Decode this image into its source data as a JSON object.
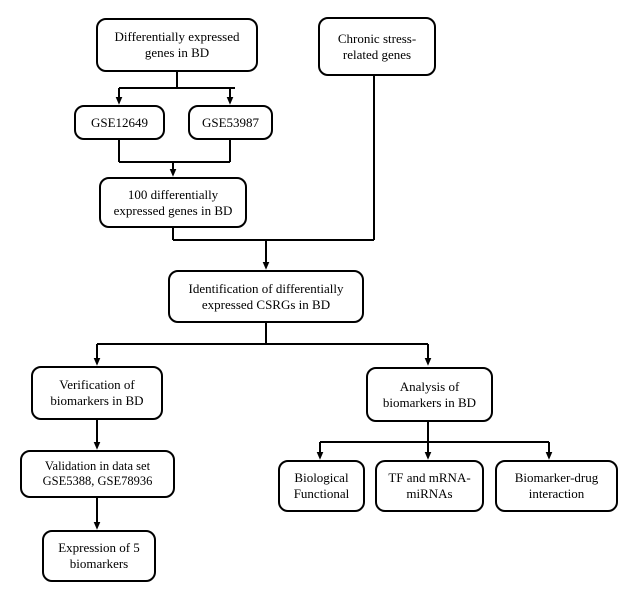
{
  "diagram": {
    "type": "flowchart",
    "title": "",
    "background_color": "#ffffff",
    "line_color": "#000000",
    "box_fill": "#ffffff",
    "box_border": "#000000",
    "nodes": [
      {
        "id": "deg_bd",
        "label": "Differentially expressed\ngenes in BD"
      },
      {
        "id": "chronic",
        "label": "Chronic stress-\nrelated genes"
      },
      {
        "id": "gse12649",
        "label": "GSE12649"
      },
      {
        "id": "gse53987",
        "label": "GSE53987"
      },
      {
        "id": "deg100",
        "label": "100 differentially\nexpressed genes in BD"
      },
      {
        "id": "csrg",
        "label": "Identification of differentially\nexpressed CSRGs in BD"
      },
      {
        "id": "verification",
        "label": "Verification of\nbiomarkers in BD"
      },
      {
        "id": "analysis",
        "label": "Analysis of\nbiomarkers in BD"
      },
      {
        "id": "validation",
        "label": "Validation in data set\nGSE5388, GSE78936"
      },
      {
        "id": "expression",
        "label": "Expression of 5\nbiomarkers"
      },
      {
        "id": "biological",
        "label": "Biological\nFunctional"
      },
      {
        "id": "tf_mrna",
        "label": "TF and mRNA-\nmiRNAs"
      },
      {
        "id": "biomarker_drug",
        "label": "Biomarker-drug\ninteraction"
      }
    ],
    "edges": [
      {
        "from": "deg_bd",
        "to": "gse12649"
      },
      {
        "from": "deg_bd",
        "to": "gse53987"
      },
      {
        "from": "gse12649",
        "to": "deg100"
      },
      {
        "from": "gse53987",
        "to": "deg100"
      },
      {
        "from": "deg100",
        "to": "csrg"
      },
      {
        "from": "chronic",
        "to": "csrg"
      },
      {
        "from": "csrg",
        "to": "verification"
      },
      {
        "from": "csrg",
        "to": "analysis"
      },
      {
        "from": "verification",
        "to": "validation"
      },
      {
        "from": "validation",
        "to": "expression"
      },
      {
        "from": "analysis",
        "to": "biological"
      },
      {
        "from": "analysis",
        "to": "tf_mrna"
      },
      {
        "from": "analysis",
        "to": "biomarker_drug"
      }
    ]
  }
}
